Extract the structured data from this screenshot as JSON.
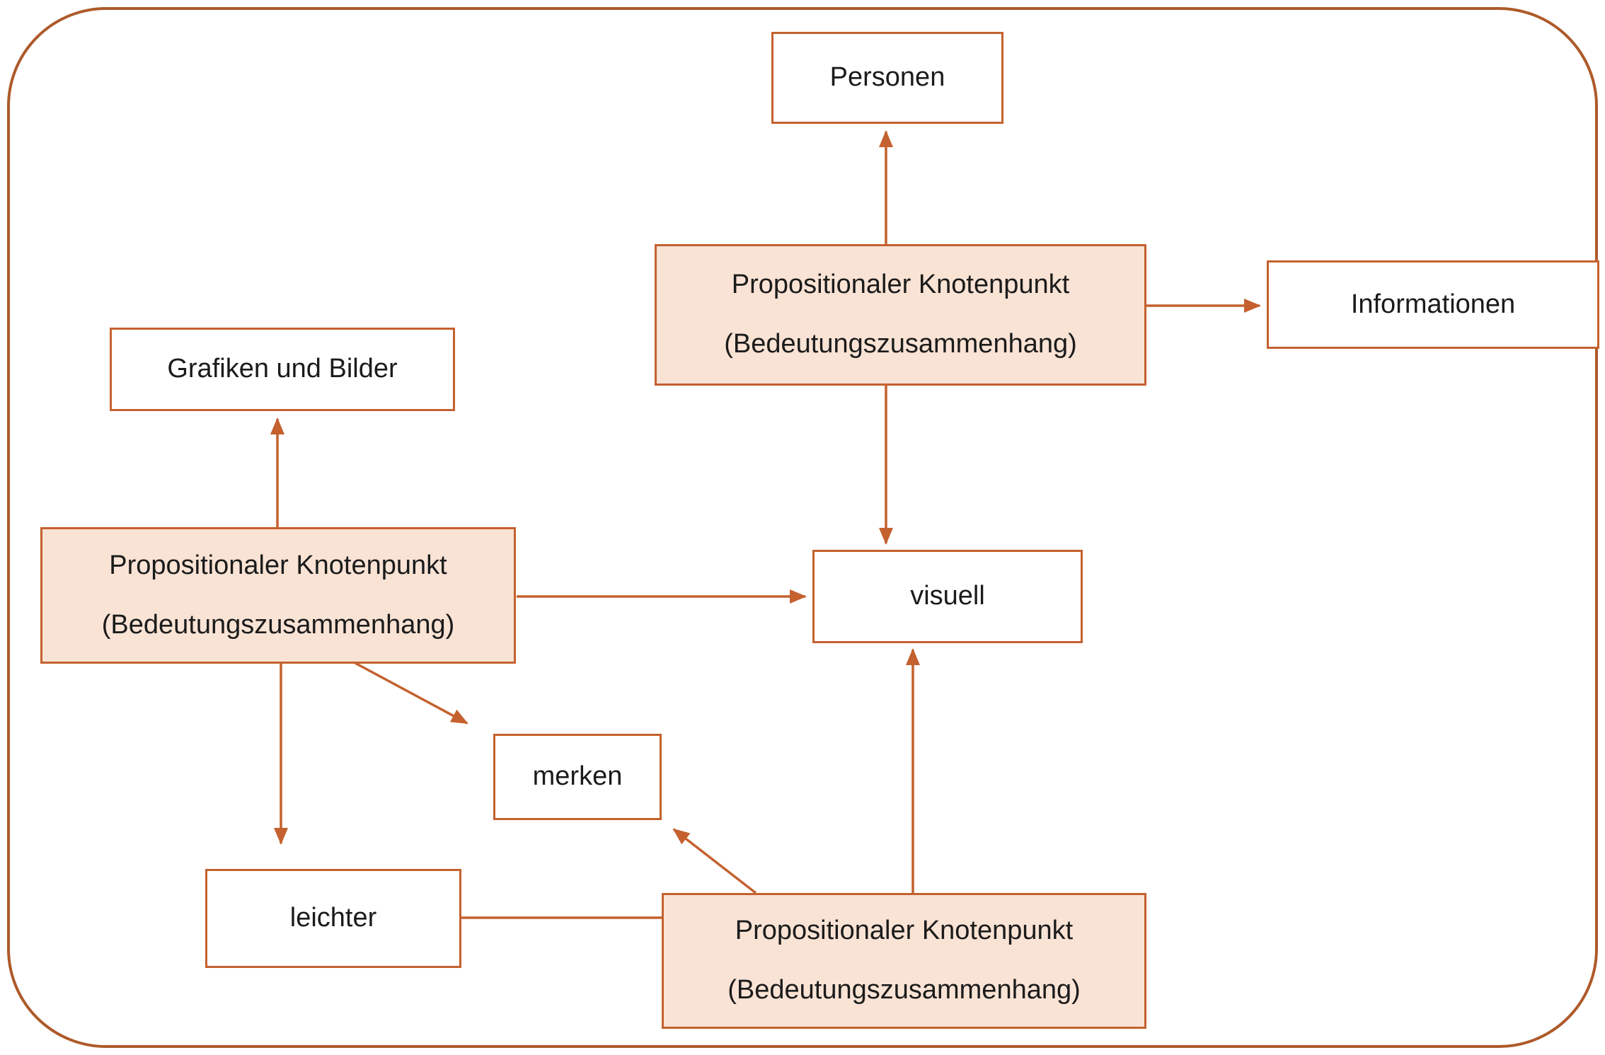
{
  "diagram": {
    "colors": {
      "accent": "#C4612F",
      "outer_border": "#AE5A2A",
      "node_fill": "#F9E3D5",
      "background": "#FFFFFF",
      "text": "#1B1B1B"
    },
    "nodes": {
      "personen": {
        "label": "Personen"
      },
      "prop_top": {
        "line1": "Propositionaler Knotenpunkt",
        "line2": "(Bedeutungszusammenhang)"
      },
      "informationen": {
        "label": "Informationen"
      },
      "grafiken": {
        "label": "Grafiken und Bilder"
      },
      "prop_left": {
        "line1": "Propositionaler Knotenpunkt",
        "line2": "(Bedeutungszusammenhang)"
      },
      "visuell": {
        "label": "visuell"
      },
      "merken": {
        "label": "merken"
      },
      "leichter": {
        "label": "leichter"
      },
      "prop_bottom": {
        "line1": "Propositionaler Knotenpunkt",
        "line2": "(Bedeutungszusammenhang)"
      }
    },
    "edges": [
      {
        "from": "prop_top",
        "to": "personen",
        "arrowhead": true
      },
      {
        "from": "prop_top",
        "to": "informationen",
        "arrowhead": true
      },
      {
        "from": "prop_top",
        "to": "visuell",
        "arrowhead": true
      },
      {
        "from": "prop_left",
        "to": "grafiken",
        "arrowhead": true
      },
      {
        "from": "prop_left",
        "to": "visuell",
        "arrowhead": true
      },
      {
        "from": "prop_left",
        "to": "merken",
        "arrowhead": true
      },
      {
        "from": "prop_left",
        "to": "leichter",
        "arrowhead": true
      },
      {
        "from": "prop_bottom",
        "to": "merken",
        "arrowhead": true
      },
      {
        "from": "prop_bottom",
        "to": "visuell",
        "arrowhead": true
      },
      {
        "from": "prop_bottom",
        "to": "leichter",
        "arrowhead": false
      }
    ]
  }
}
